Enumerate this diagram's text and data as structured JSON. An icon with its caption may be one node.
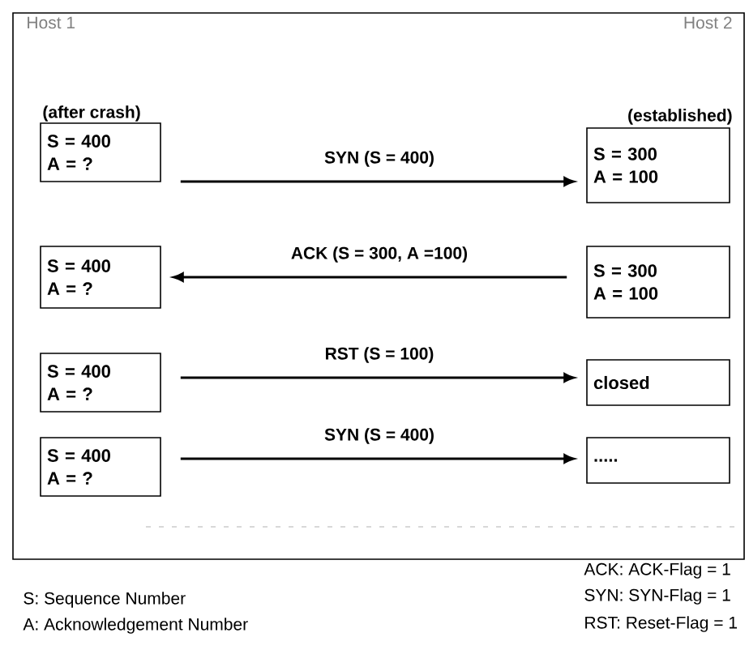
{
  "diagram": {
    "nodes": [
      {
        "text": [
          "S = 400",
          "A = ?"
        ],
        "beside": [
          "(after crash)"
        ]
      },
      {
        "text": [
          "S = 300",
          "A = 100"
        ],
        "beside": [
          "(established)"
        ]
      },
      {
        "text": [
          "S = 400",
          "A = ?"
        ]
      },
      {
        "text": [
          "S = 300",
          "A = 100"
        ]
      },
      {
        "text": [
          "S = 400",
          "A = ?"
        ]
      },
      {
        "text": [
          "closed"
        ]
      },
      {
        "text": [
          "S = 400",
          "A = ?"
        ]
      },
      {
        "text": [
          "....."
        ]
      }
    ],
    "edges": [
      {
        "from": 0,
        "to": 1,
        "arrow": "to",
        "label": "SYN (S = 400)"
      },
      {
        "from": 3,
        "to": 2,
        "arrow": "to",
        "label": "ACK (S = 300, A =100)"
      },
      {
        "from": 4,
        "to": 5,
        "arrow": "to",
        "label": "RST (S = 100)"
      },
      {
        "from": 6,
        "to": 7,
        "arrow": "to",
        "label": "SYN (S = 400)"
      }
    ],
    "labels": [
      "Host 1",
      "Host 2",
      "ACK:  ACK-Flag = 1",
      "S: Sequence Number",
      "SYN:  SYN-Flag = 1",
      "A: Acknowledgement Number",
      "RST: Reset-Flag = 1"
    ]
  }
}
